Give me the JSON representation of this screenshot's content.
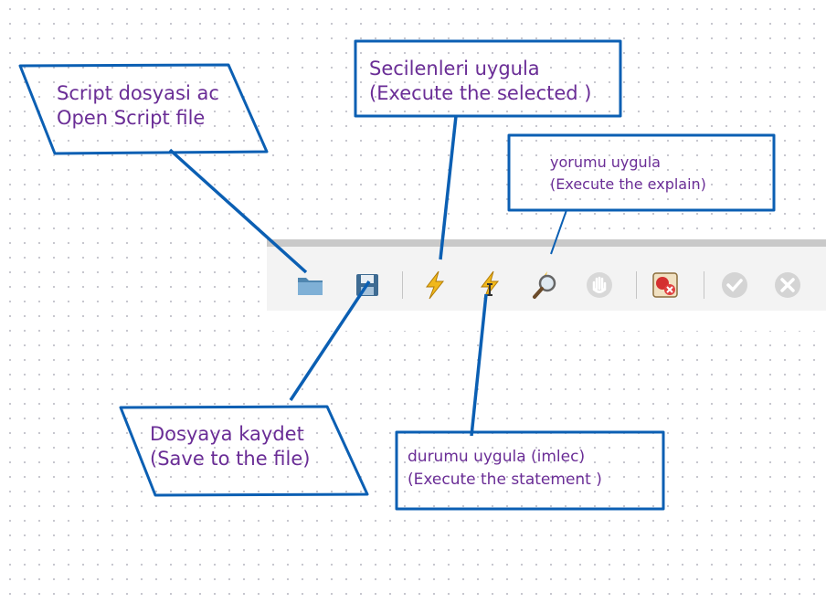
{
  "toolbar": {
    "buttons": [
      {
        "name": "open-folder-icon"
      },
      {
        "name": "save-disk-icon"
      },
      {
        "name": "execute-selected-lightning-icon"
      },
      {
        "name": "execute-statement-lightning-icon"
      },
      {
        "name": "explain-magnifier-icon"
      },
      {
        "name": "stop-hand-icon"
      },
      {
        "name": "stop-on-error-icon"
      },
      {
        "name": "commit-check-icon"
      },
      {
        "name": "rollback-cross-icon"
      }
    ],
    "accent": "#0b5fb3"
  },
  "annotations": {
    "open_script": {
      "line1": "Script dosyasi ac",
      "line2": "Open Script file"
    },
    "execute_selected": {
      "line1": "Secilenleri uygula",
      "line2": "(Execute the selected )"
    },
    "explain": {
      "line1": "yorumu uygula",
      "line2": "(Execute the explain)"
    },
    "save_file": {
      "line1": "Dosyaya kaydet",
      "line2": "(Save to the file)"
    },
    "execute_statement": {
      "line1": "durumu uygula (imlec)",
      "line2": "(Execute the statement )"
    }
  },
  "colors": {
    "callout_border": "#0b5fb3",
    "callout_text": "#6a2d96"
  }
}
